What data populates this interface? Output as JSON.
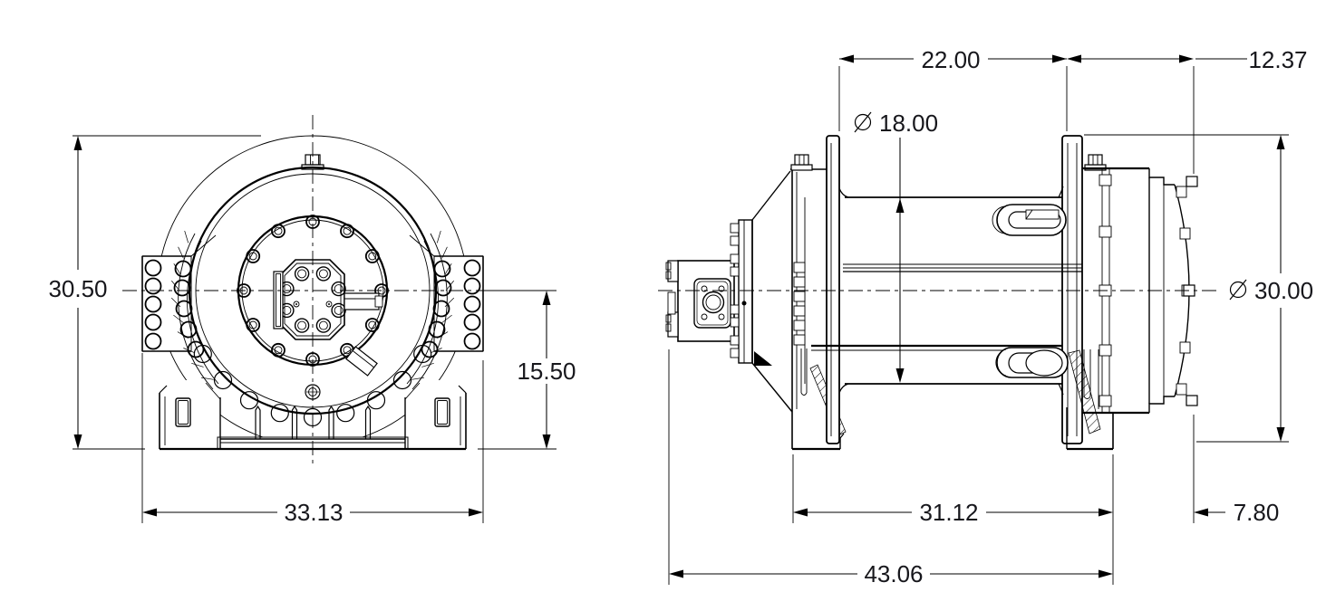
{
  "page": {
    "background": "#ffffff"
  },
  "drawing": {
    "description": "Two-view dimensioned engineering drawing of a hydraulic winch",
    "views": [
      {
        "id": "front",
        "label": "Front (drum end) view"
      },
      {
        "id": "side",
        "label": "Side elevation view"
      }
    ],
    "line_color": "#000000",
    "dim_text_color": "#17171c",
    "dimensions": {
      "overall_height": "30.50",
      "base_width": "33.13",
      "centerline_height": "15.50",
      "drum_length": "22.00",
      "end_section_length": "12.37",
      "drum_core_diameter": "18.00",
      "flange_diameter": "30.00",
      "feet_span": "31.12",
      "rear_overhang": "7.80",
      "overall_length": "43.06"
    }
  }
}
